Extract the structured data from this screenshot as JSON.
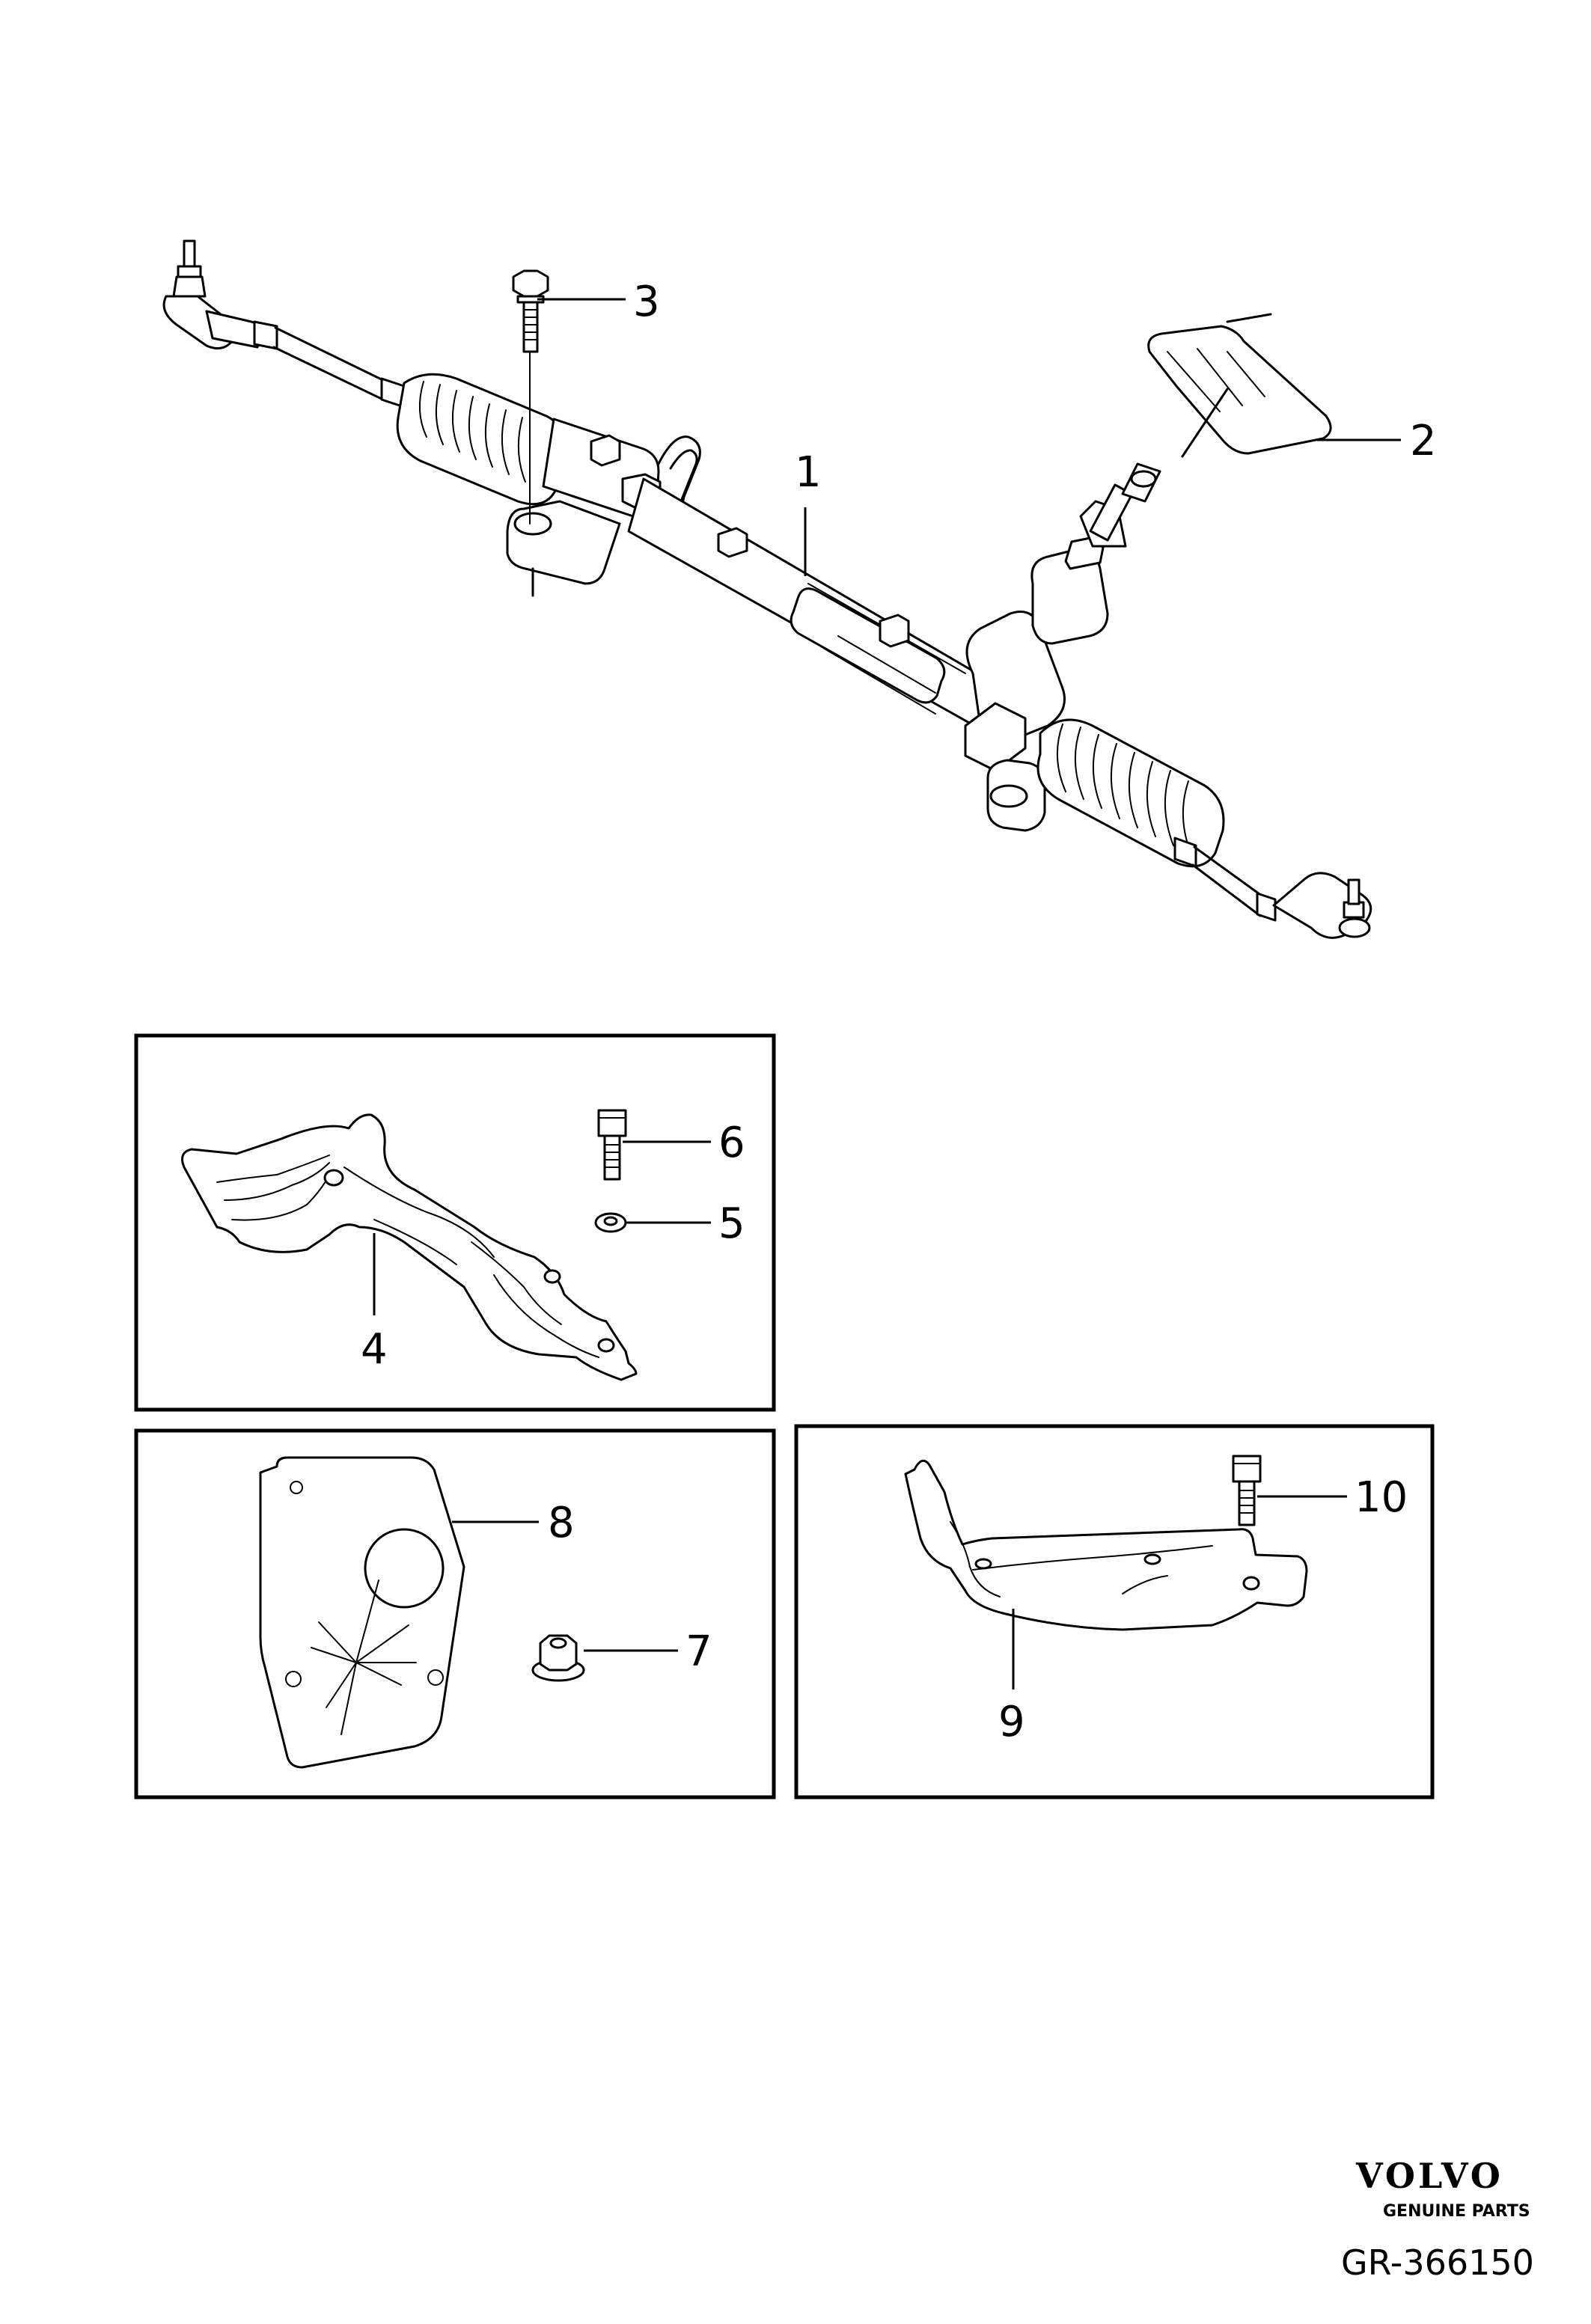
{
  "callouts": {
    "c1": "1",
    "c2": "2",
    "c3": "3",
    "c4": "4",
    "c5": "5",
    "c6": "6",
    "c7": "7",
    "c8": "8",
    "c9": "9",
    "c10": "10"
  },
  "footer": {
    "brand": "VOLVO",
    "brand_subtitle": "GENUINE PARTS",
    "reference": "GR-366150"
  }
}
